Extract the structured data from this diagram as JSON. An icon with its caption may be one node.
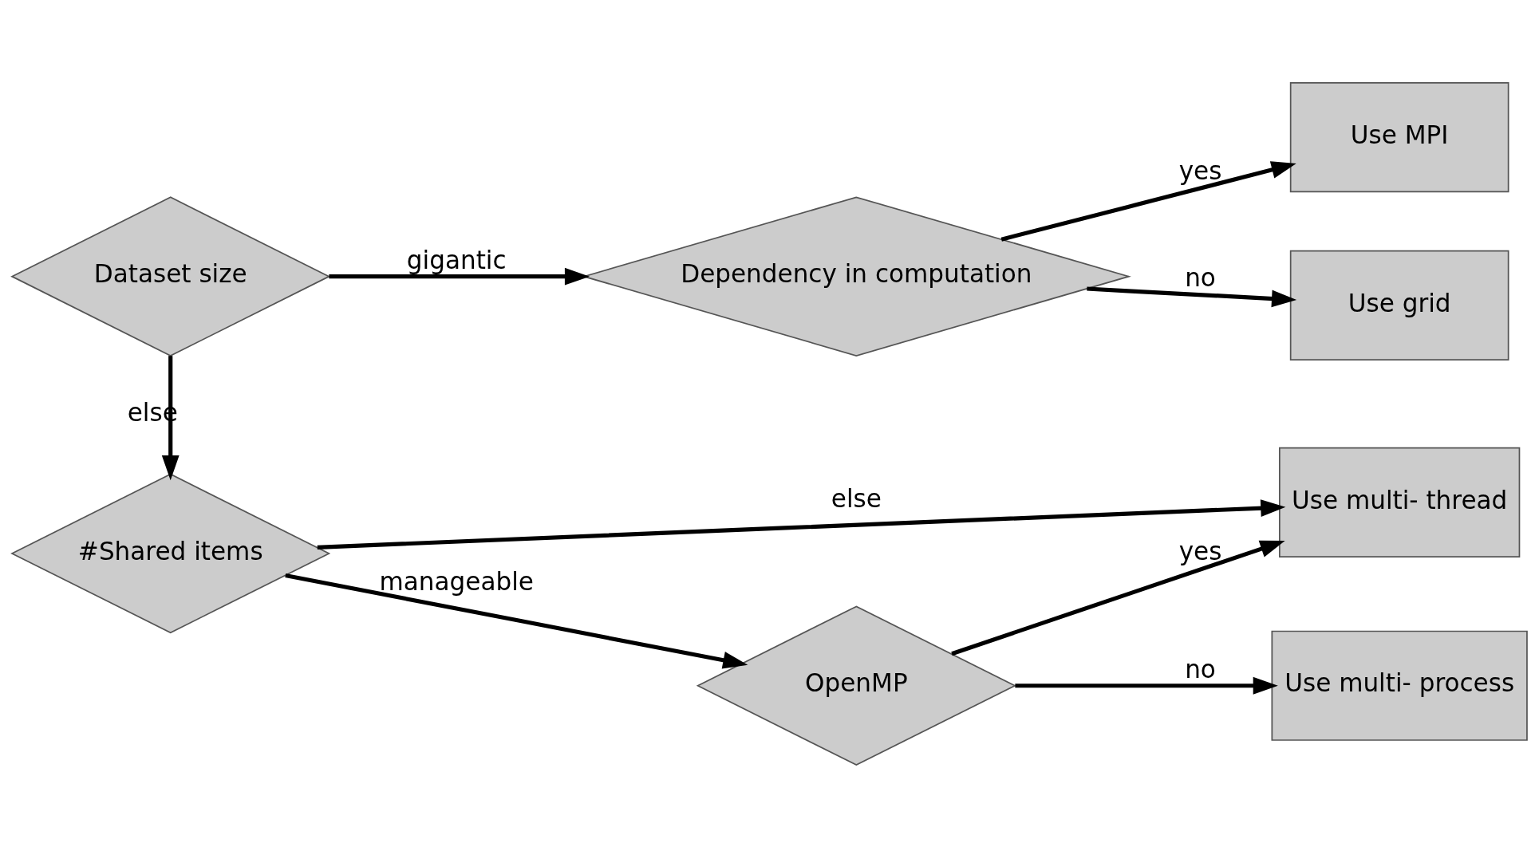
{
  "diagram": {
    "nodes": [
      {
        "text": [
          "Dataset size"
        ]
      },
      {
        "text": [
          "Dependency in computation"
        ]
      },
      {
        "text": [
          "Use grid"
        ]
      },
      {
        "text": [
          "Use MPI"
        ]
      },
      {
        "text": [
          "#Shared items"
        ]
      },
      {
        "text": [
          "OpenMP"
        ]
      },
      {
        "text": [
          "Use multi- thread"
        ]
      },
      {
        "text": [
          "Use multi- process"
        ]
      }
    ],
    "edges": [
      {
        "from": 0,
        "to": 1,
        "arrow": "to",
        "label": "gigantic"
      },
      {
        "from": 1,
        "to": 2,
        "arrow": "to",
        "label": "no"
      },
      {
        "from": 1,
        "to": 3,
        "arrow": "to",
        "label": "yes"
      },
      {
        "from": 0,
        "to": 4,
        "arrow": "to",
        "label": "else"
      },
      {
        "from": 4,
        "to": 5,
        "arrow": "to",
        "label": "manageable"
      },
      {
        "from": 5,
        "to": 7,
        "arrow": "to",
        "label": "no"
      },
      {
        "from": 4,
        "to": 6,
        "arrow": "to",
        "label": "else"
      },
      {
        "from": 5,
        "to": 6,
        "arrow": "to",
        "label": "yes"
      }
    ]
  }
}
